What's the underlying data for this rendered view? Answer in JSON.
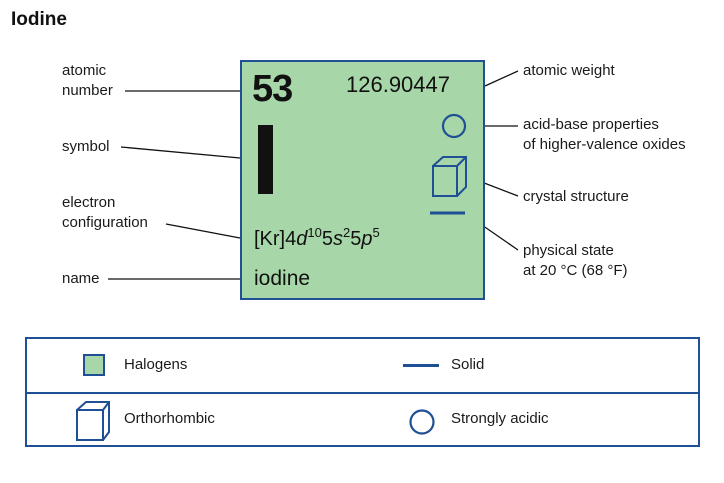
{
  "title": "Iodine",
  "element": {
    "atomic_number": "53",
    "atomic_weight": "126.90447",
    "symbol": "I",
    "config_parts": [
      "[Kr]4",
      "d",
      "10",
      "5",
      "s",
      "2",
      "5",
      "p",
      "5"
    ],
    "name": "iodine"
  },
  "labels": {
    "atomic_number": [
      "atomic",
      "number"
    ],
    "symbol": "symbol",
    "electron_configuration": [
      "electron",
      "configuration"
    ],
    "name": "name",
    "atomic_weight": "atomic weight",
    "acid_base": [
      "acid-base properties",
      "of higher-valence oxides"
    ],
    "crystal_structure": "crystal structure",
    "physical_state": [
      "physical state",
      "at 20 °C (68 °F)"
    ]
  },
  "legend": {
    "category": "Halogens",
    "state": "Solid",
    "crystal": "Orthorhombic",
    "acidity": "Strongly acidic"
  },
  "colors": {
    "category_fill": "#a7d7a8",
    "accent": "#1f4f94"
  },
  "icons": {
    "acid_base": "circle-icon",
    "crystal_structure": "orthorhombic-prism-icon",
    "physical_state": "solid-bar-icon"
  }
}
